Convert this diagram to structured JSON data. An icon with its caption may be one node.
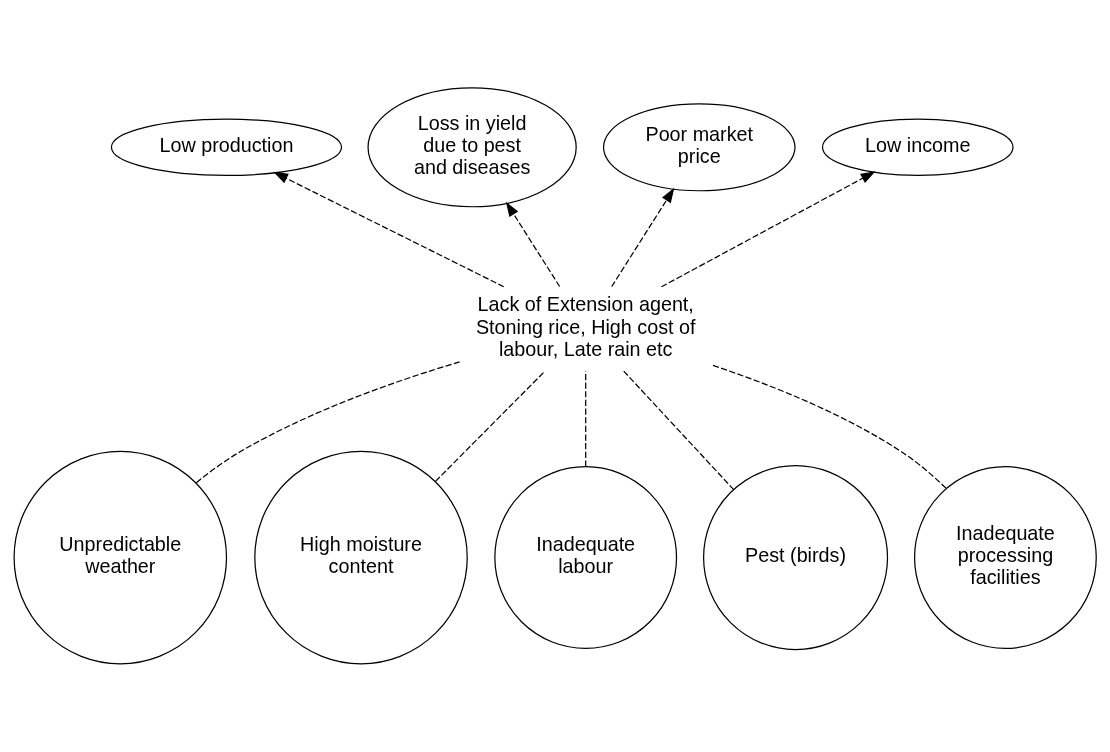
{
  "diagram": {
    "nodes": [
      {
        "text": [
          "Low production"
        ]
      },
      {
        "text": [
          "Loss in yield due to pest and diseases"
        ]
      },
      {
        "text": [
          "Poor market price"
        ]
      },
      {
        "text": [
          "Low income"
        ]
      },
      {
        "text": [
          "Lack of Extension agent, Stoning rice, High cost of labour, Late rain etc"
        ]
      },
      {
        "text": [
          "Unpredictable weather"
        ]
      },
      {
        "text": [
          "High moisture content"
        ]
      },
      {
        "text": [
          "Inadequate labour"
        ]
      },
      {
        "text": [
          "Pest (birds)"
        ]
      },
      {
        "text": [
          "Inadequate processing facilities"
        ]
      }
    ],
    "edges": [
      {
        "from": 4,
        "to": 0,
        "arrow": "to",
        "style": "dashed"
      },
      {
        "from": 4,
        "to": 1,
        "arrow": "to",
        "style": "dashed"
      },
      {
        "from": 4,
        "to": 2,
        "arrow": "to",
        "style": "dashed"
      },
      {
        "from": 4,
        "to": 3,
        "arrow": "to",
        "style": "dashed"
      },
      {
        "from": 5,
        "to": 4,
        "arrow": "none",
        "style": "dashed"
      },
      {
        "from": 6,
        "to": 4,
        "arrow": "none",
        "style": "dashed"
      },
      {
        "from": 7,
        "to": 4,
        "arrow": "none",
        "style": "dashed"
      },
      {
        "from": 8,
        "to": 4,
        "arrow": "none",
        "style": "dashed"
      },
      {
        "from": 9,
        "to": 4,
        "arrow": "none",
        "style": "dashed"
      }
    ]
  }
}
